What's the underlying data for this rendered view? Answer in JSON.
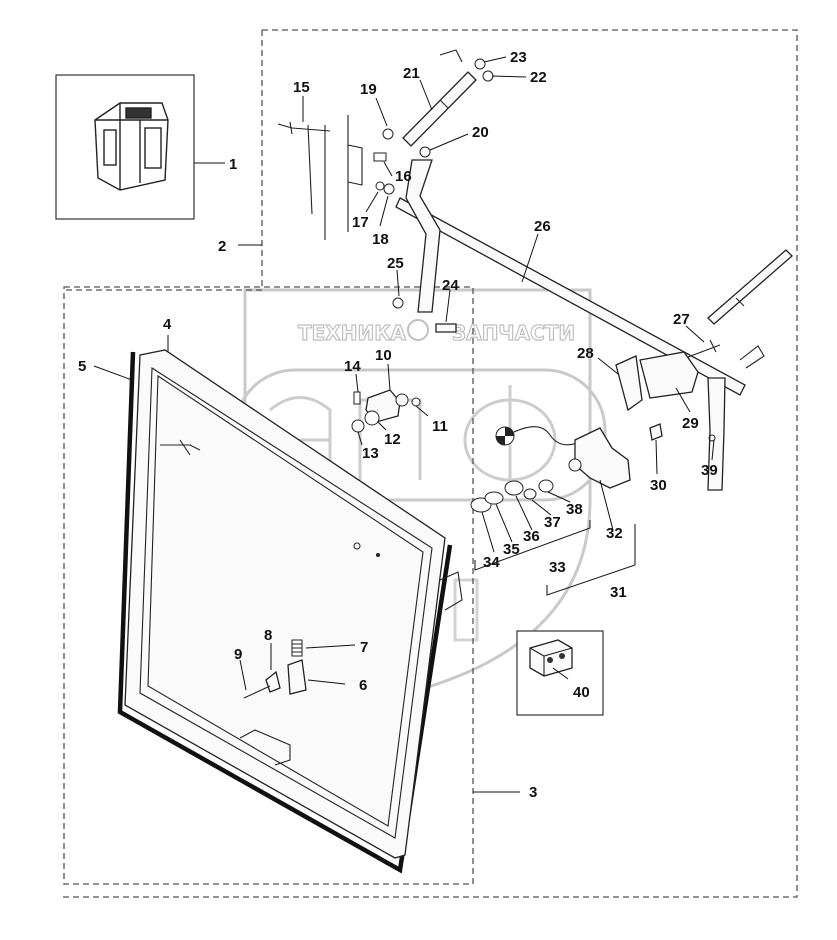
{
  "watermark": {
    "line1": "ТЕХНИКА",
    "line2": "ЗАПЧАСТИ"
  },
  "callouts": {
    "n1": "1",
    "n2": "2",
    "n3": "3",
    "n4": "4",
    "n5": "5",
    "n6": "6",
    "n7": "7",
    "n8": "8",
    "n9": "9",
    "n10": "10",
    "n11": "11",
    "n12": "12",
    "n13": "13",
    "n14": "14",
    "n15": "15",
    "n16": "16",
    "n17": "17",
    "n18": "18",
    "n19": "19",
    "n20": "20",
    "n21": "21",
    "n22": "22",
    "n23": "23",
    "n24": "24",
    "n25": "25",
    "n26": "26",
    "n27": "27",
    "n28": "28",
    "n29": "29",
    "n30": "30",
    "n31": "31",
    "n32": "32",
    "n33": "33",
    "n34": "34",
    "n35": "35",
    "n36": "36",
    "n37": "37",
    "n38": "38",
    "n39": "39",
    "n40": "40"
  }
}
